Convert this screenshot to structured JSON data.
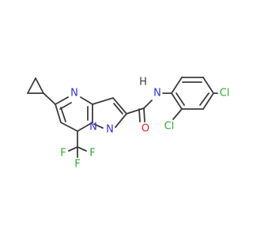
{
  "molecule": {
    "atoms": {
      "n1": "N",
      "n2": "N",
      "n3": "N",
      "nh": "N",
      "h": "H",
      "o": "O",
      "cl1": "Cl",
      "cl2": "Cl",
      "f1": "F",
      "f2": "F",
      "f3": "F"
    }
  },
  "colors": {
    "bond": "#3c3c3c",
    "nitrogen": "#3333cc",
    "oxygen": "#dd2222",
    "chlorine": "#33a833",
    "fluorine": "#33a833",
    "hydrogen": "#3c3c3c"
  }
}
